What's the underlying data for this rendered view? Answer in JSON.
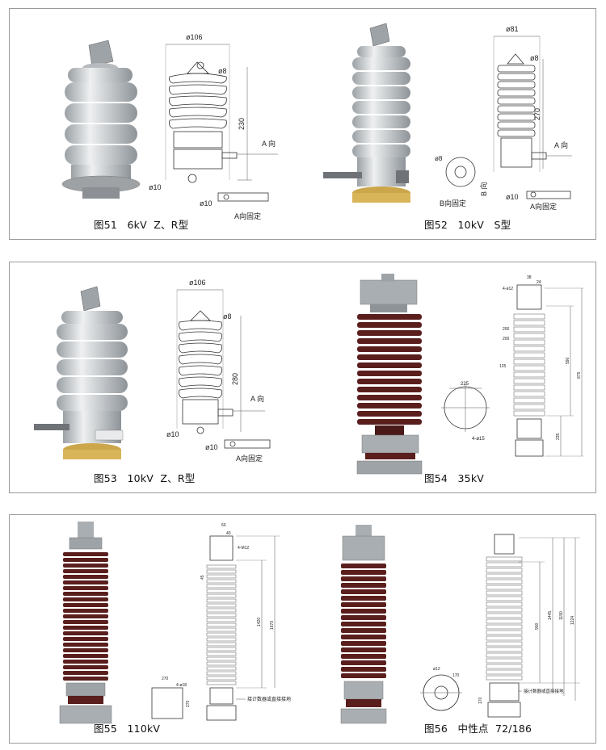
{
  "colors": {
    "porcelain_grey": "#cfd3d6",
    "porcelain_brown": "#5a1f1d",
    "metal": "#a9aeb2",
    "brass": "#d9b55a",
    "border": "#9a9a9a"
  },
  "figures": [
    {
      "caption": "图51   6kV  Z、R型",
      "labels": {
        "width": "ø106",
        "cap": "ø8",
        "height": "230",
        "direction": "A 向",
        "bottom_hole": "ø10",
        "fix_hole": "ø10",
        "fix_note": "A向固定"
      }
    },
    {
      "caption": "图52   10kV   S型",
      "labels": {
        "width": "ø81",
        "cap": "ø8",
        "height": "270",
        "direction": "A 向",
        "b_direction": "B 向",
        "b_fix_note": "B向固定",
        "b_hole": "ø8",
        "fix_hole": "ø10",
        "fix_note": "A向固定"
      }
    },
    {
      "caption": "图53   10kV  Z、R型",
      "labels": {
        "width": "ø106",
        "cap": "ø8",
        "height": "280",
        "direction": "A 向",
        "bottom_hole": "ø10",
        "fix_hole": "ø10",
        "fix_note": "A向固定"
      }
    },
    {
      "caption": "图54   35kV",
      "labels": {
        "top_a": "38",
        "top_b": "24",
        "top_c": "4-ø12",
        "d1": "200",
        "d2": "200",
        "d3": "125",
        "h1": "590",
        "h2": "875",
        "h3": "235",
        "base_w": "225",
        "base_hole": "4-ø15"
      }
    },
    {
      "caption": "图55   110kV",
      "labels": {
        "top_a": "60",
        "top_b": "40",
        "top_c": "4-M12",
        "left_a": "45",
        "h1": "1420",
        "h2": "1670",
        "base_w": "270",
        "base_hole": "4-ø18",
        "base_h": "270",
        "ground_note": "接计数器或直接接地"
      }
    },
    {
      "caption": "图56   中性点  72/186",
      "labels": {
        "h1": "900",
        "h2": "1445",
        "h3": "1190",
        "h4": "1224",
        "base_hole": "ø12",
        "base_d": "170",
        "ground_note": "接计数器或直接接地",
        "left_a": "170"
      }
    }
  ]
}
